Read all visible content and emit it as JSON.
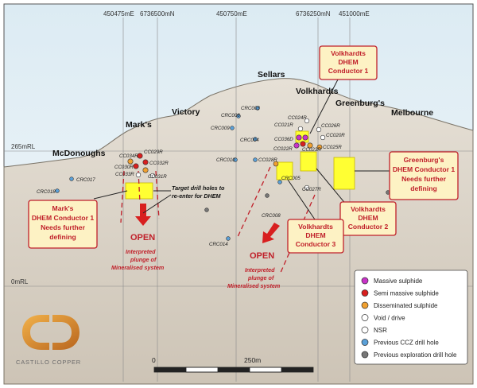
{
  "grid": {
    "eastings": [
      "450475mE",
      "450750mE",
      "451000mE"
    ],
    "northings": [
      "6736500mN",
      "6736250mN"
    ],
    "elevations": [
      "265mRL",
      "0mRL"
    ]
  },
  "prospects": [
    "McDonoughs",
    "Mark's",
    "Victory",
    "Sellars",
    "Volkhardts",
    "Greenburg's",
    "Melbourne"
  ],
  "drill_holes": [
    "CRC017",
    "CRC018",
    "CC034R",
    "CC029R",
    "CC030R",
    "CC032R",
    "CC033R",
    "CC031R",
    "CRC006",
    "CRC003",
    "CRC009",
    "CRC004",
    "CRC010",
    "CC028R",
    "CRC005",
    "CRC008",
    "CRC014",
    "CC024R",
    "CC021R",
    "CC036D",
    "CC022R",
    "CC023R",
    "CC026R",
    "CC020R",
    "CC025R",
    "CC027R"
  ],
  "callouts": {
    "volk1": [
      "Volkhardts",
      "DHEM",
      "Conductor 1"
    ],
    "marks1": [
      "Mark's",
      "DHEM Conductor 1",
      "Needs further",
      "defining"
    ],
    "greenburg1": [
      "Greenburg's",
      "DHEM Conductor 1",
      "Needs further",
      "defining"
    ],
    "volk2": [
      "Volkhardts",
      "DHEM",
      "Conductor 2"
    ],
    "volk3": [
      "Volkhardts",
      "DHEM",
      "Conductor 3"
    ]
  },
  "target_note": [
    "Target drill holes to",
    "re-enter for DHEM"
  ],
  "open_label": "OPEN",
  "interp_label": [
    "Interpreted",
    "plunge of",
    "Mineralised system"
  ],
  "legend": [
    {
      "label": "Massive sulphide",
      "color": "#c832c8"
    },
    {
      "label": "Semi massive sulphide",
      "color": "#d81f1f"
    },
    {
      "label": "Disseminated sulphide",
      "color": "#f0a030"
    },
    {
      "label": "Void / drive",
      "color": "#ffffff"
    },
    {
      "label": "NSR",
      "color": "#ffffff"
    },
    {
      "label": "Previous CCZ drill hole",
      "color": "#5aa0d8"
    },
    {
      "label": "Previous exploration drill hole",
      "color": "#777777"
    }
  ],
  "scale": {
    "start": "0",
    "end": "250m"
  },
  "logo": {
    "text": "CASTILLO COPPER"
  },
  "colors": {
    "sky": "#eaf3f8",
    "ground": "#d8d1c5",
    "callout_fill": "#fdf2c4",
    "callout_text": "#c0202a",
    "conductor_plate": "#ffff33"
  }
}
